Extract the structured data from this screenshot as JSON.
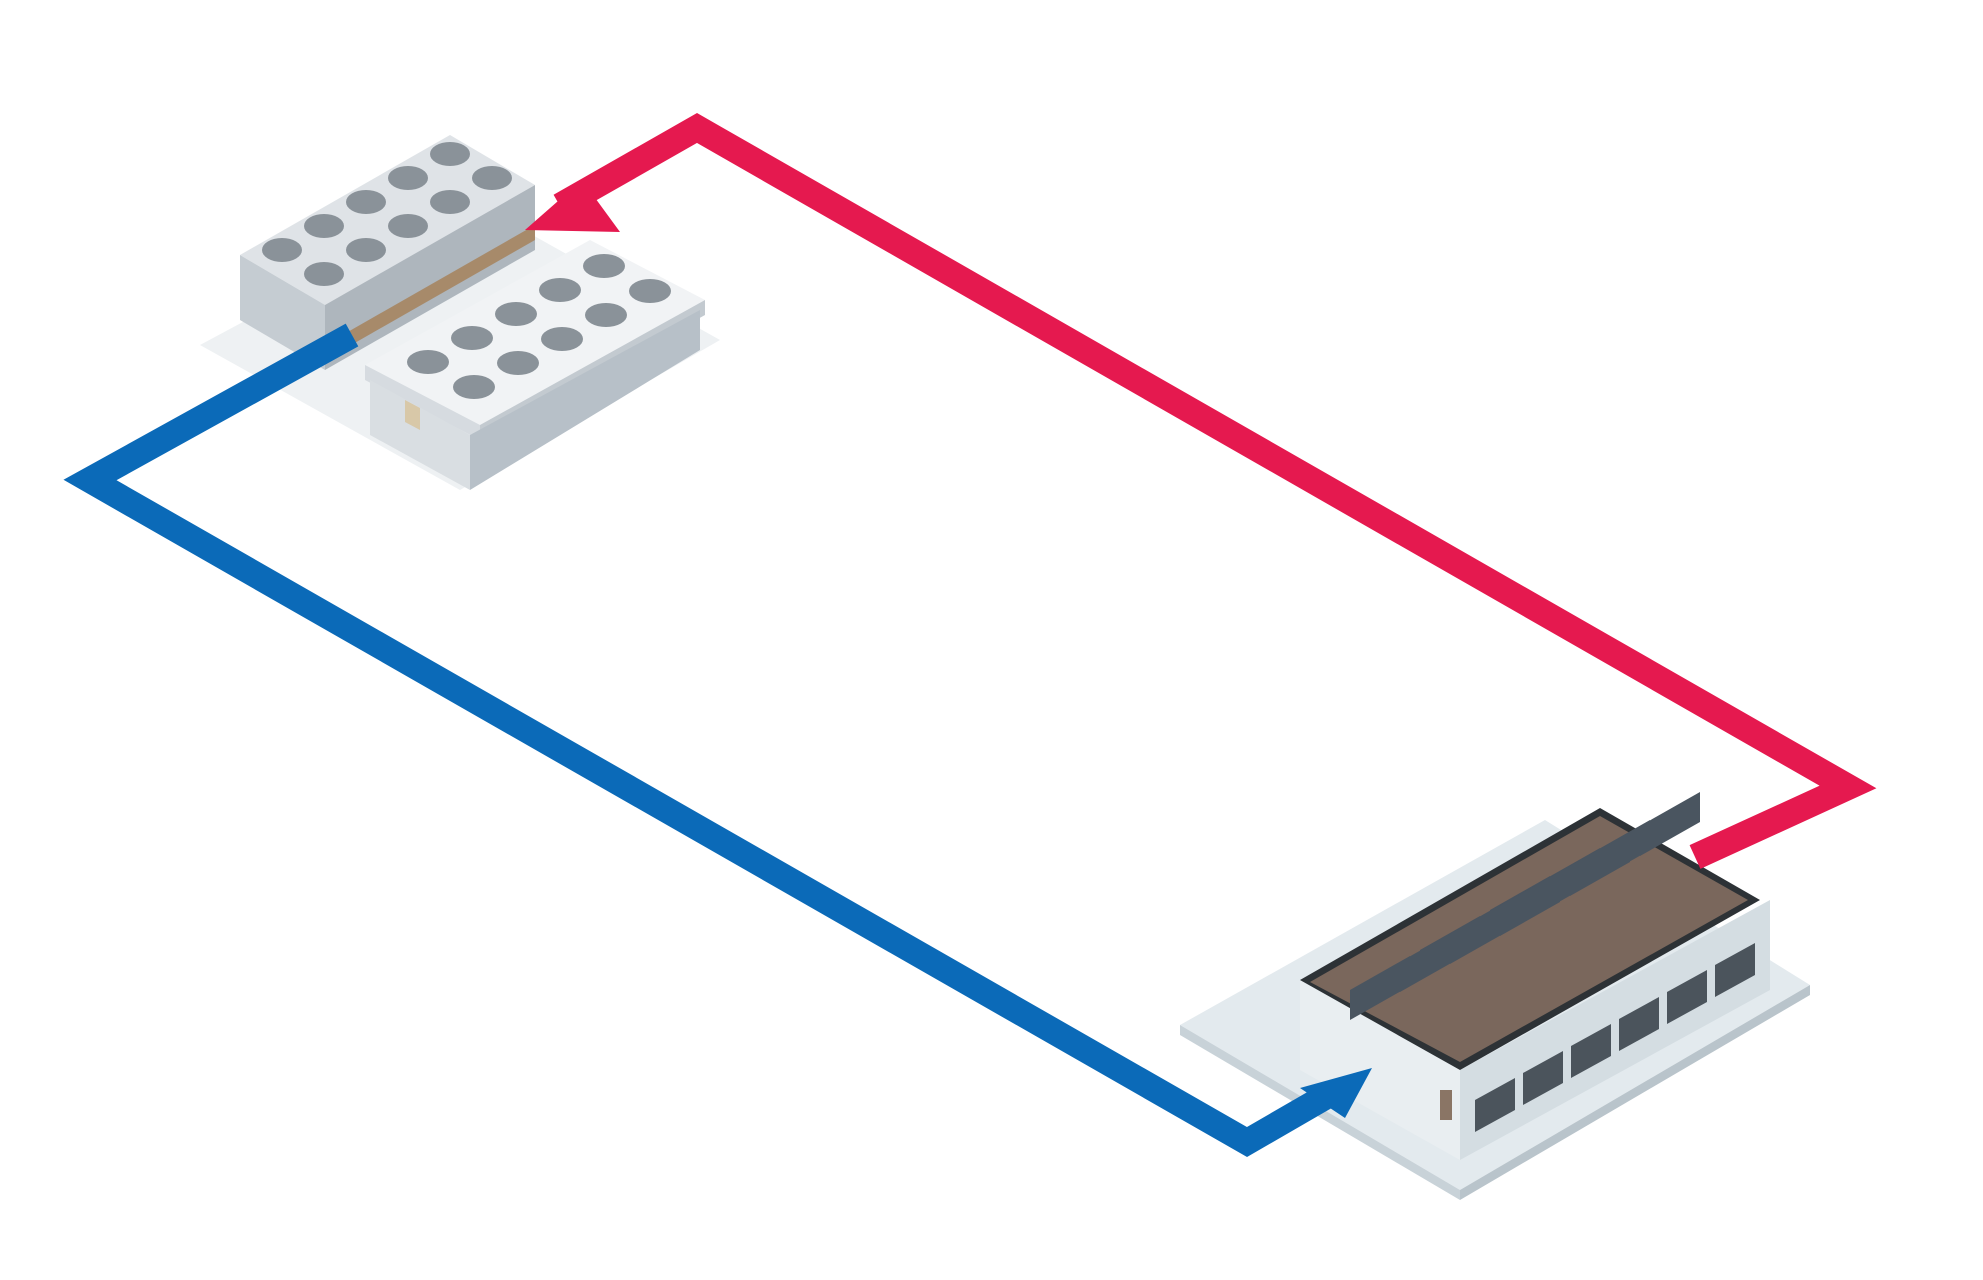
{
  "diagram": {
    "colors": {
      "hot_loop": "#e5194f",
      "cold_loop": "#0b6ab8",
      "background": "#ffffff",
      "equipment_light": "#e8ecef",
      "equipment_mid": "#c9d0d6",
      "fan": "#8a9299",
      "server_rack": "#4a5560",
      "floor": "#7a675c"
    },
    "nodes": [
      {
        "id": "chillers",
        "icon": "rooftop-chiller-icon"
      },
      {
        "id": "data-center",
        "icon": "data-center-building-icon"
      }
    ],
    "edges": [
      {
        "from": "data-center",
        "to": "chillers",
        "kind": "hot-return",
        "color_key": "hot_loop"
      },
      {
        "from": "chillers",
        "to": "data-center",
        "kind": "cold-supply",
        "color_key": "cold_loop"
      }
    ]
  }
}
